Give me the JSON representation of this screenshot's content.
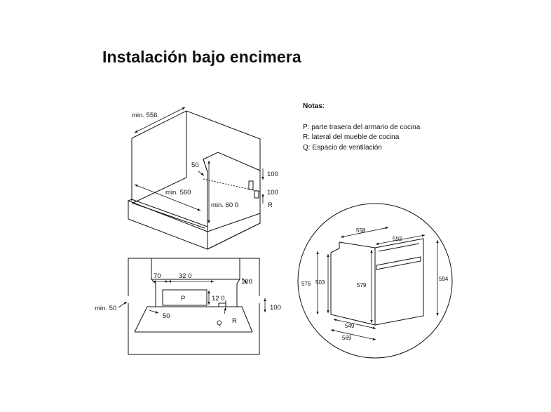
{
  "title": "Instalación bajo encimera",
  "notes": {
    "heading": "Notas:",
    "items": [
      {
        "key": "P:",
        "text": " parte trasera del armario de cocina"
      },
      {
        "key": "R:",
        "text": " lateral del mueble de cocina"
      },
      {
        "key": "Q:",
        "text": " Espacio de ventilación"
      }
    ]
  },
  "cabinet_3d": {
    "min_556": "min. 556",
    "dim_50": "50",
    "min_560": "min. 560",
    "min_600": "min. 60 0",
    "dim_100_top": "100",
    "dim_100_bottom": "100",
    "label_r": "R"
  },
  "plan_view": {
    "dim_70": "70",
    "dim_320": "32 0",
    "label_p": "P",
    "dim_120": "12 0",
    "dim_100_right": "100",
    "dim_100_far": "100",
    "min_50": "min. 50",
    "dim_50": "50",
    "label_q": "Q",
    "label_r": "R"
  },
  "oven_detail": {
    "dim_558": "558",
    "dim_592": "592",
    "dim_576": "576",
    "dim_503": "503",
    "dim_579": "579",
    "dim_594": "594",
    "dim_549": "549",
    "dim_569": "569"
  }
}
